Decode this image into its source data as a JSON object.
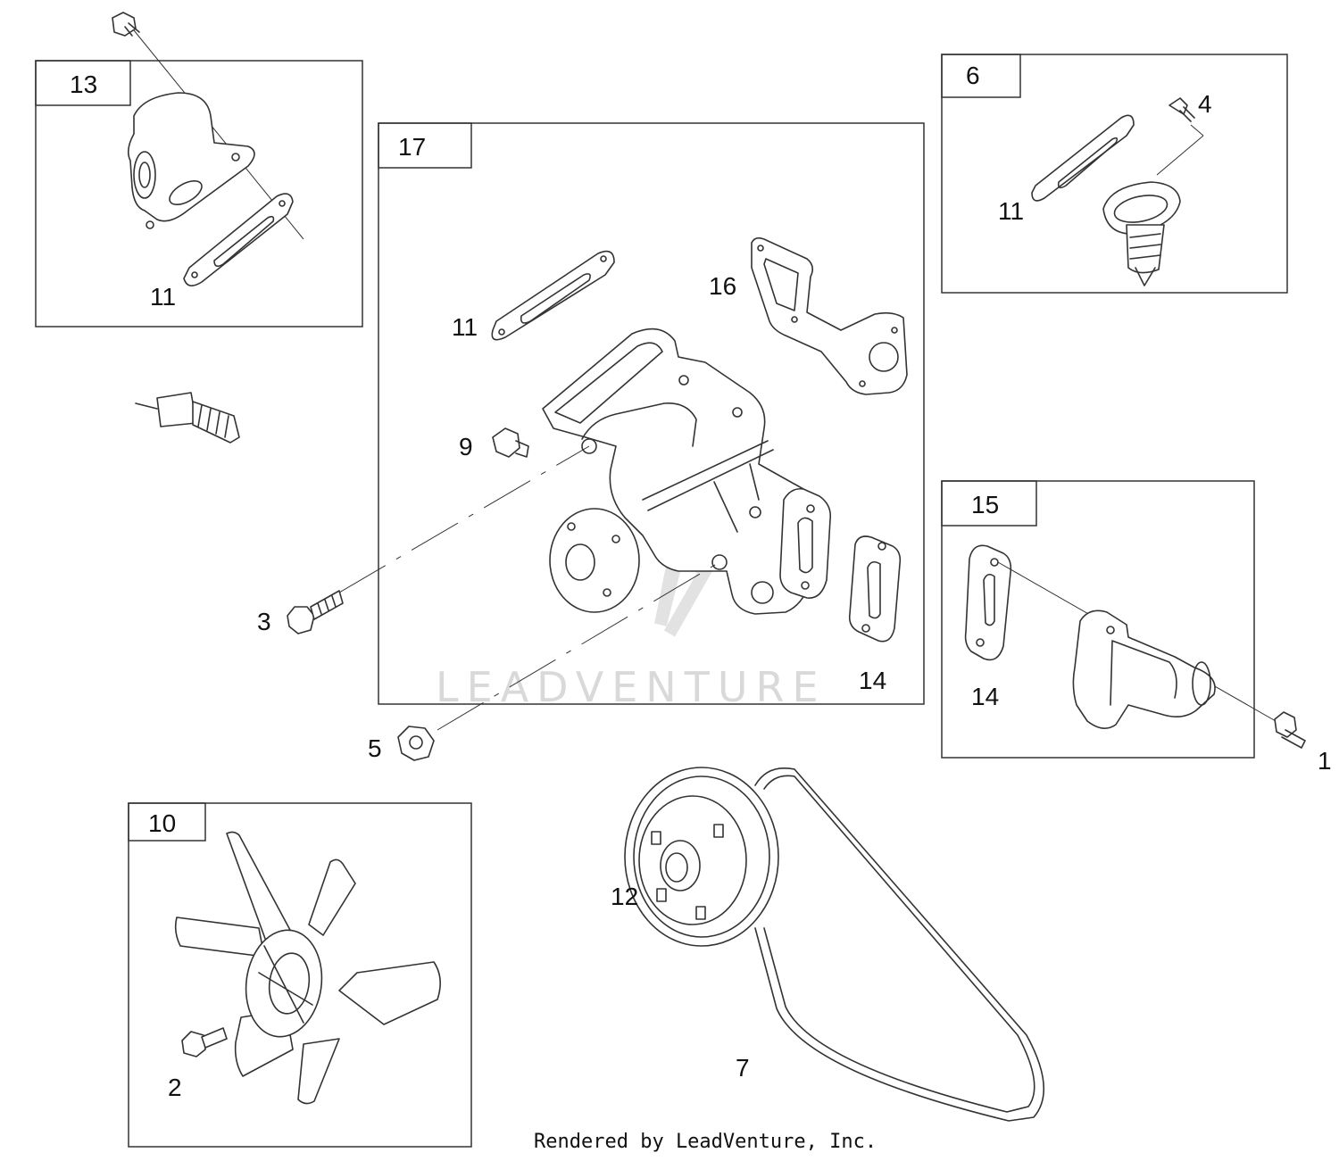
{
  "diagram": {
    "watermark": "LEADVENTURE",
    "credit": "Rendered by LeadVenture, Inc."
  },
  "groups": {
    "g13": "13",
    "g17": "17",
    "g6": "6",
    "g15": "15",
    "g10": "10"
  },
  "callouts": {
    "c11_a": "11",
    "c11_b": "11",
    "c11_c": "11",
    "c16": "16",
    "c4": "4",
    "c9": "9",
    "c3": "3",
    "c5": "5",
    "c14_a": "14",
    "c14_b": "14",
    "c1": "1",
    "c12": "12",
    "c2": "2",
    "c7": "7"
  }
}
